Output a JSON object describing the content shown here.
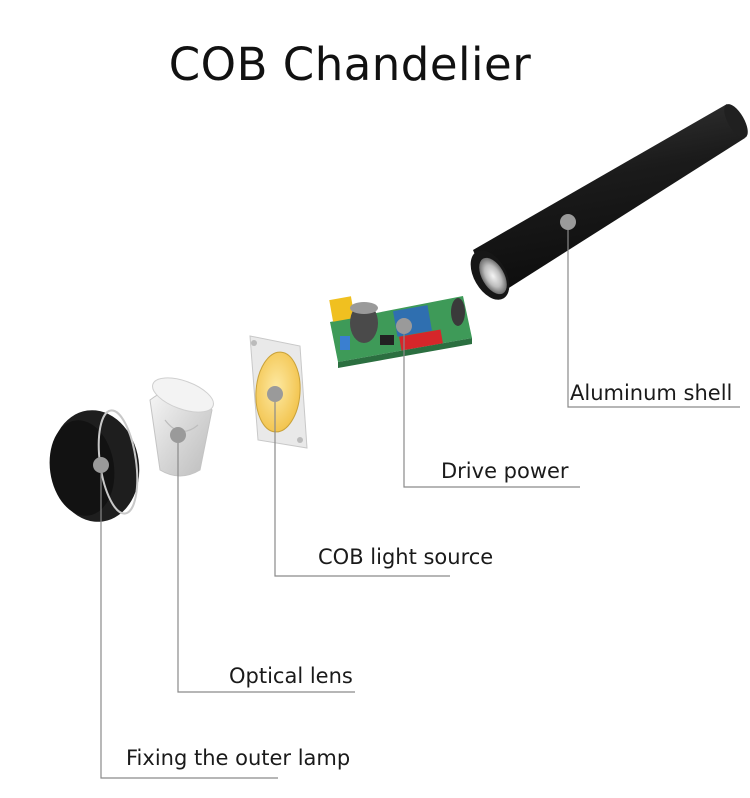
{
  "title": "COB Chandelier",
  "parts": {
    "shell": "Aluminum shell",
    "drive": "Drive power",
    "cob": "COB light source",
    "lens": "Optical lens",
    "ring": "Fixing the outer lamp"
  },
  "colors": {
    "leader": "#8a8a8a",
    "marker": "#9a9a9a",
    "shell": "#1c1c1c",
    "pcb": "#3e9a58",
    "cob_phosphor": "#f6cf5a"
  }
}
